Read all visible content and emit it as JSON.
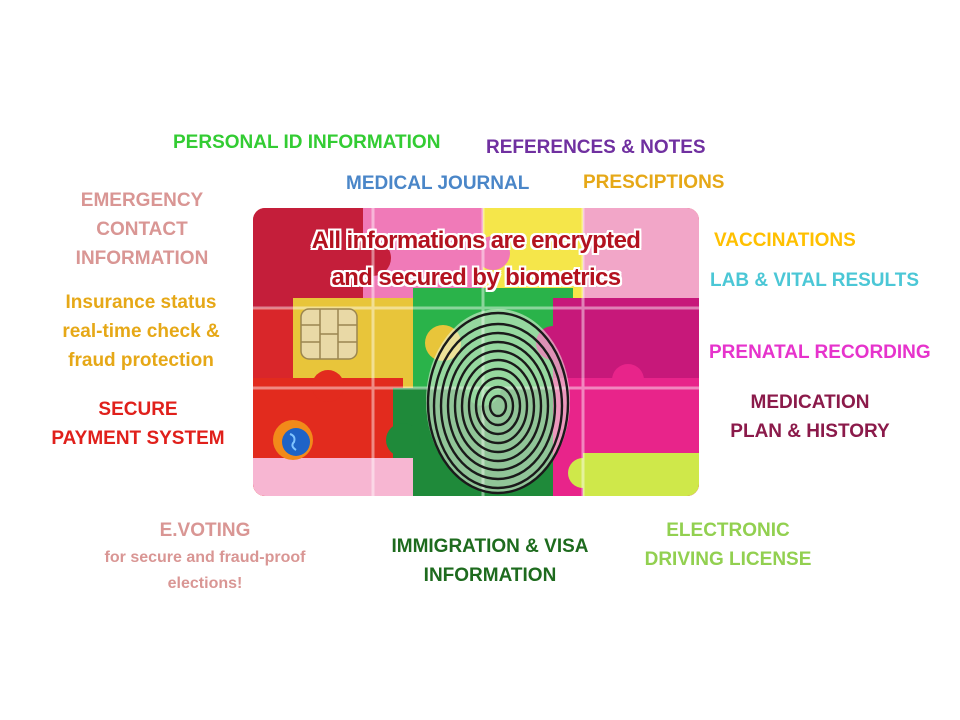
{
  "card": {
    "headline": [
      "All informations are encrypted",
      "and secured by biometrics"
    ]
  },
  "labels": {
    "personal_id": {
      "lines": [
        "PERSONAL ID INFORMATION"
      ],
      "color": "#33cc33"
    },
    "references": {
      "lines": [
        "REFERENCES & NOTES"
      ],
      "color": "#7030a0"
    },
    "medical_journal": {
      "lines": [
        "MEDICAL JOURNAL"
      ],
      "color": "#4a86c8"
    },
    "prescriptions": {
      "lines": [
        "PRESCIPTIONS"
      ],
      "color": "#e6a817"
    },
    "emergency_contact": {
      "lines": [
        "EMERGENCY",
        "CONTACT",
        "INFORMATION"
      ],
      "color": "#d99694"
    },
    "vaccinations": {
      "lines": [
        "VACCINATIONS"
      ],
      "color": "#ffc000"
    },
    "lab_vital": {
      "lines": [
        "LAB & VITAL RESULTS"
      ],
      "color": "#4bc7d6"
    },
    "insurance": {
      "lines": [
        "Insurance status",
        "real-time check &",
        "fraud protection"
      ],
      "color": "#e6a817"
    },
    "prenatal": {
      "lines": [
        "PRENATAL RECORDING"
      ],
      "color": "#e633cc"
    },
    "secure_payment": {
      "lines": [
        "SECURE",
        "PAYMENT SYSTEM"
      ],
      "color": "#e0201b"
    },
    "medication": {
      "lines": [
        "MEDICATION",
        "PLAN & HISTORY"
      ],
      "color": "#8b1a4a"
    },
    "evoting": {
      "title": "E.VOTING",
      "sub": [
        "for secure and fraud-proof",
        "elections!"
      ],
      "color": "#d99694"
    },
    "immigration": {
      "lines": [
        "IMMIGRATION & VISA",
        "INFORMATION"
      ],
      "color": "#1e6b1e"
    },
    "driving_license": {
      "lines": [
        "ELECTRONIC",
        "DRIVING LICENSE"
      ],
      "color": "#92d050"
    }
  }
}
